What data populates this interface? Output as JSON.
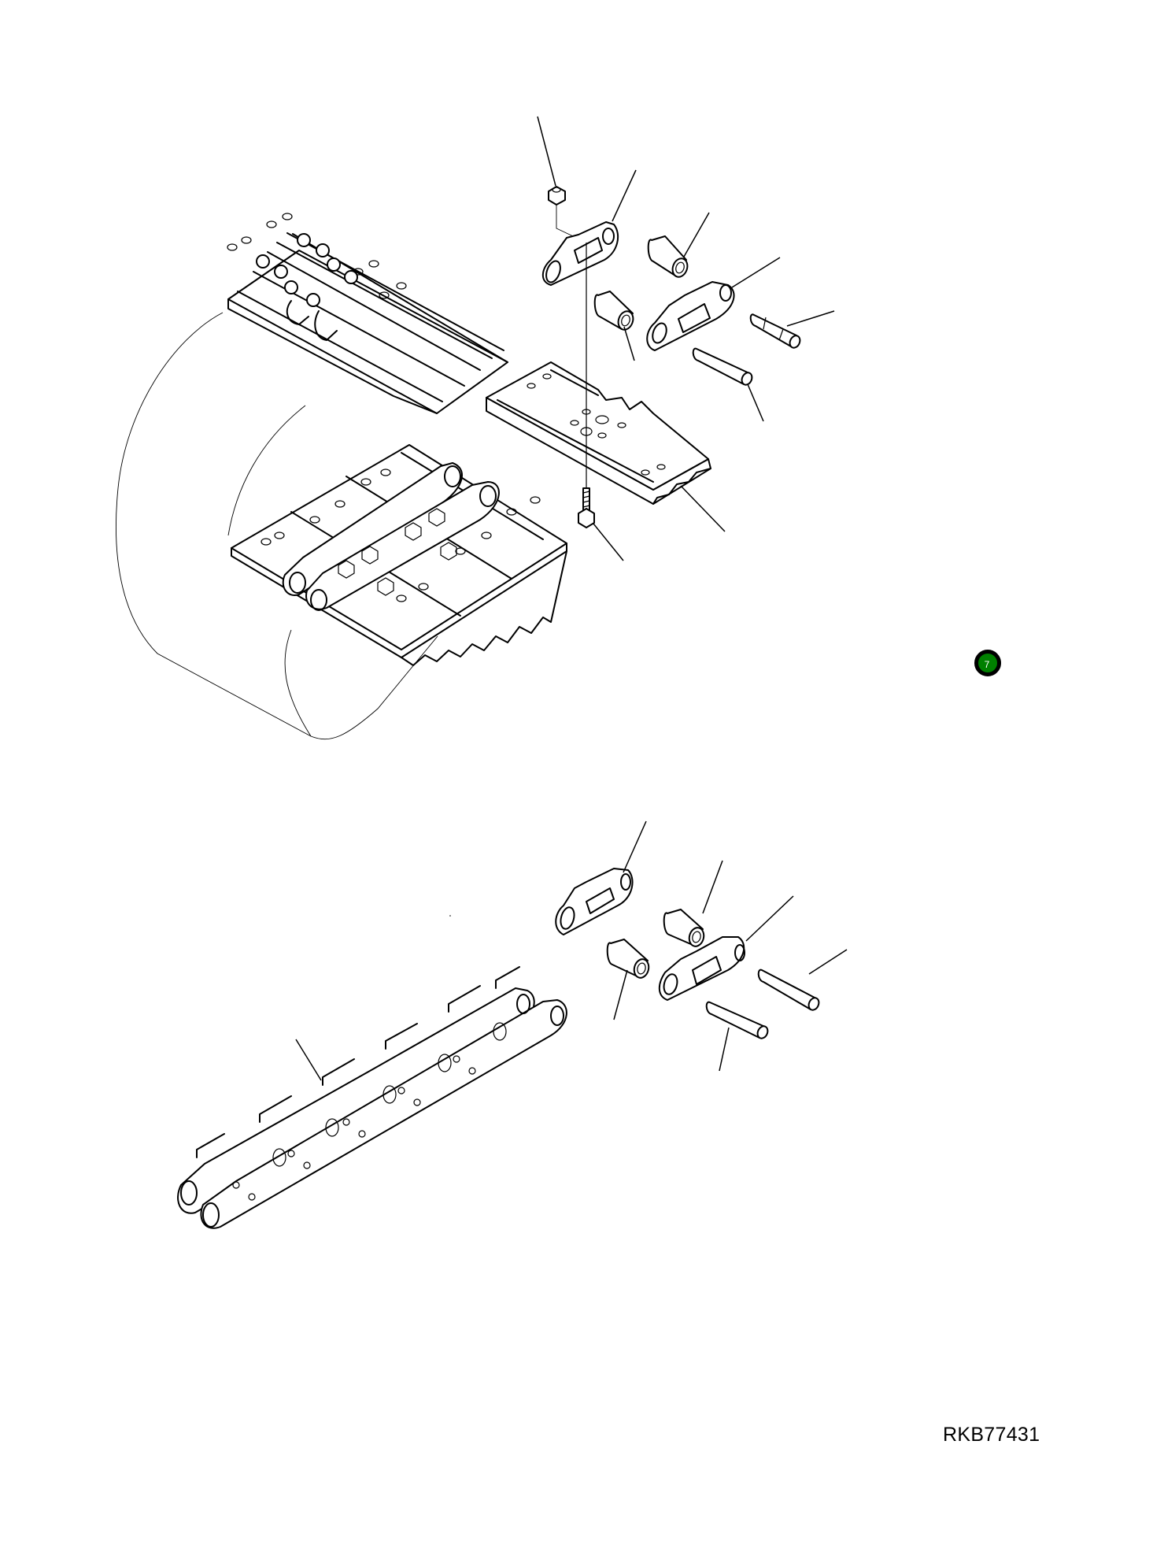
{
  "document": {
    "type": "parts-catalog-exploded-view",
    "illustration_code": "RKB77431",
    "page_badge": {
      "label": "7",
      "color": "#008000",
      "border_color": "#000000"
    }
  },
  "figures": [
    {
      "id": "upper",
      "description": "track shoe assembly with master link, bushings, pins, shoe bolt and nut"
    },
    {
      "id": "lower",
      "description": "track link chain with master link, bushings and pins"
    }
  ],
  "colors": {
    "line": "#000000",
    "background": "#ffffff",
    "badge_fill": "#008000"
  }
}
